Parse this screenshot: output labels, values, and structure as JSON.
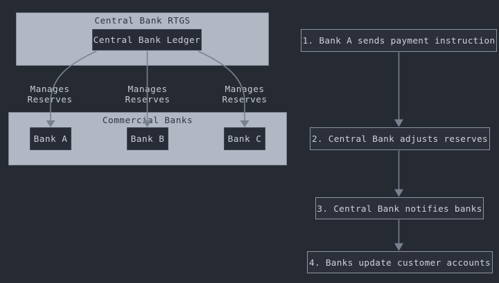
{
  "colors": {
    "bg": "#262a33",
    "panel": "#b1b8c4",
    "panel-border": "#858c98",
    "panel-title": "#2e3440",
    "node-fill": "#272c37",
    "node-border": "#404755",
    "node-text": "#ced2da",
    "edge": "#79808f",
    "edge-label": "#c5cad3",
    "step-fill": "#2b303b",
    "step-border": "#8d95a2"
  },
  "rtgs": {
    "title": "Central Bank RTGS",
    "ledger": "Central Bank Ledger"
  },
  "edge_labels": [
    "Manages Reserves",
    "Manages Reserves",
    "Manages Reserves"
  ],
  "commercial": {
    "title": "Commercial Banks",
    "banks": [
      "Bank A",
      "Bank B",
      "Bank C"
    ]
  },
  "steps": [
    "1. Bank A sends payment instruction",
    "2. Central Bank adjusts reserves",
    "3. Central Bank notifies banks",
    "4. Banks update customer accounts"
  ]
}
